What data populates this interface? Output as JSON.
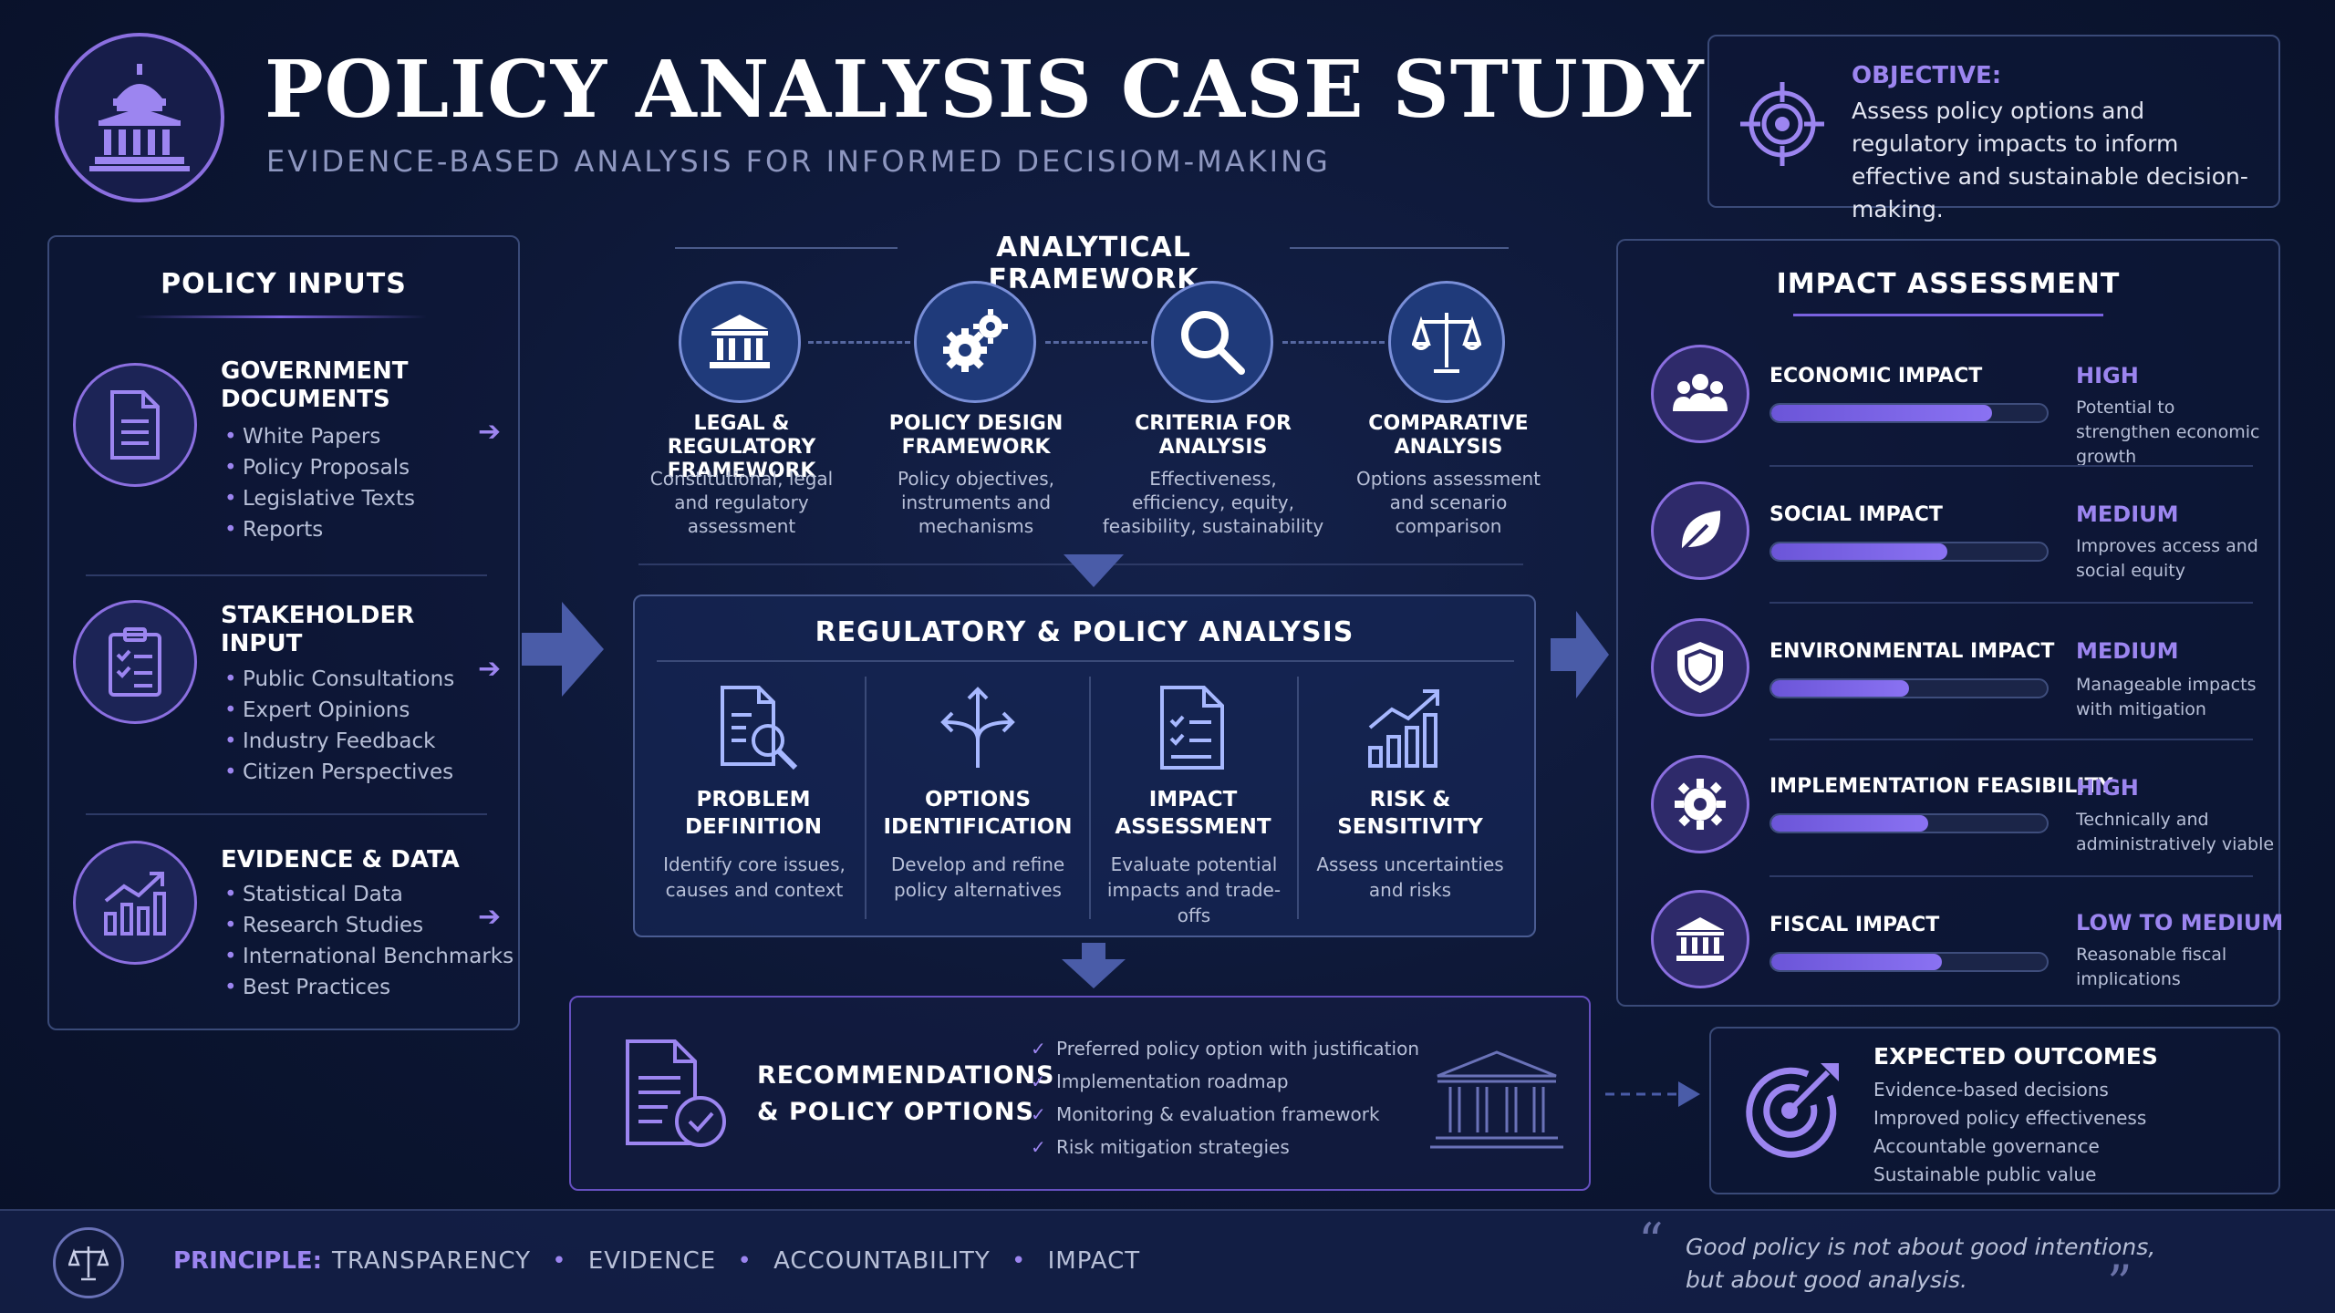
{
  "header": {
    "title": "POLICY ANALYSIS CASE STUDY",
    "subtitle": "EVIDENCE-BASED ANALYSIS FOR INFORMED DECISIOM-MAKING"
  },
  "objective": {
    "label": "OBJECTIVE:",
    "text": "Assess policy options and regulatory impacts to inform effective and sustainable decision-making."
  },
  "policy_inputs": {
    "title": "POLICY INPUTS",
    "groups": [
      {
        "title": "GOVERNMENT DOCUMENTS",
        "icon": "document-icon",
        "items": [
          "White Papers",
          "Policy Proposals",
          "Legislative Texts",
          "Reports"
        ]
      },
      {
        "title": "STAKEHOLDER INPUT",
        "icon": "clipboard-icon",
        "items": [
          "Public Consultations",
          "Expert Opinions",
          "Industry Feedback",
          "Citizen Perspectives"
        ]
      },
      {
        "title": "EVIDENCE & DATA",
        "icon": "growth-chart-icon",
        "items": [
          "Statistical Data",
          "Research Studies",
          "International Benchmarks",
          "Best Practices"
        ]
      }
    ]
  },
  "framework": {
    "title": "ANALYTICAL FRAMEWORK",
    "steps": [
      {
        "title": "LEGAL & REGULATORY FRAMEWORK",
        "desc": "Constitutional, legal and regulatory assessment",
        "icon": "institution-icon"
      },
      {
        "title": "POLICY DESIGN FRAMEWORK",
        "desc": "Policy objectives, instruments and mechanisms",
        "icon": "gears-icon"
      },
      {
        "title": "CRITERIA FOR ANALYSIS",
        "desc": "Effectiveness, efficiency, equity, feasibility, sustainability",
        "icon": "magnifier-icon"
      },
      {
        "title": "COMPARATIVE ANALYSIS",
        "desc": "Options assessment and scenario comparison",
        "icon": "scales-icon"
      }
    ]
  },
  "regulatory": {
    "title": "REGULATORY & POLICY ANALYSIS",
    "cols": [
      {
        "title": "PROBLEM DEFINITION",
        "desc": "Identify core issues, causes and context",
        "icon": "document-search-icon"
      },
      {
        "title": "OPTIONS IDENTIFICATION",
        "desc": "Develop and refine policy alternatives",
        "icon": "split-arrows-icon"
      },
      {
        "title": "IMPACT ASSESSMENT",
        "desc": "Evaluate potential impacts and trade-offs",
        "icon": "checklist-icon"
      },
      {
        "title": "RISK & SENSITIVITY",
        "desc": "Assess uncertainties and risks",
        "icon": "trend-chart-icon"
      }
    ]
  },
  "recommendations": {
    "title_line1": "RECOMMENDATIONS",
    "title_line2": "& POLICY OPTIONS",
    "items": [
      "Preferred policy option with justification",
      "Implementation roadmap",
      "Monitoring & evaluation framework",
      "Risk mitigation strategies"
    ]
  },
  "impact": {
    "title": "IMPACT ASSESSMENT",
    "rows": [
      {
        "label": "ECONOMIC IMPACT",
        "level": "HIGH",
        "fill": 0.8,
        "note": "Potential to strengthen economic growth",
        "icon": "people-icon"
      },
      {
        "label": "SOCIAL IMPACT",
        "level": "MEDIUM",
        "fill": 0.64,
        "note": "Improves access and social equity",
        "icon": "leaf-icon"
      },
      {
        "label": "ENVIRONMENTAL IMPACT",
        "level": "MEDIUM",
        "fill": 0.5,
        "note": "Manageable impacts with mitigation",
        "icon": "shield-icon"
      },
      {
        "label": "IMPLEMENTATION FEASIBILITY",
        "level": "HIGH",
        "fill": 0.57,
        "note": "Technically and administratively viable",
        "icon": "gear-icon"
      },
      {
        "label": "FISCAL IMPACT",
        "level": "LOW TO MEDIUM",
        "fill": 0.62,
        "note": "Reasonable fiscal implications",
        "icon": "bank-icon"
      }
    ]
  },
  "outcomes": {
    "title": "EXPECTED OUTCOMES",
    "items": [
      "Evidence-based decisions",
      "Improved policy effectiveness",
      "Accountable governance",
      "Sustainable public value"
    ]
  },
  "footer": {
    "principle_label": "PRINCIPLE:",
    "principles": [
      "TRANSPARENCY",
      "EVIDENCE",
      "ACCOUNTABILITY",
      "IMPACT"
    ],
    "quote_line1": "Good policy is not about good intentions,",
    "quote_line2": "but about good analysis."
  },
  "colors": {
    "background": "#0c1633",
    "accent_purple": "#9c85f0",
    "accent_blue": "#1f3a7a",
    "border": "#3a4a78"
  }
}
